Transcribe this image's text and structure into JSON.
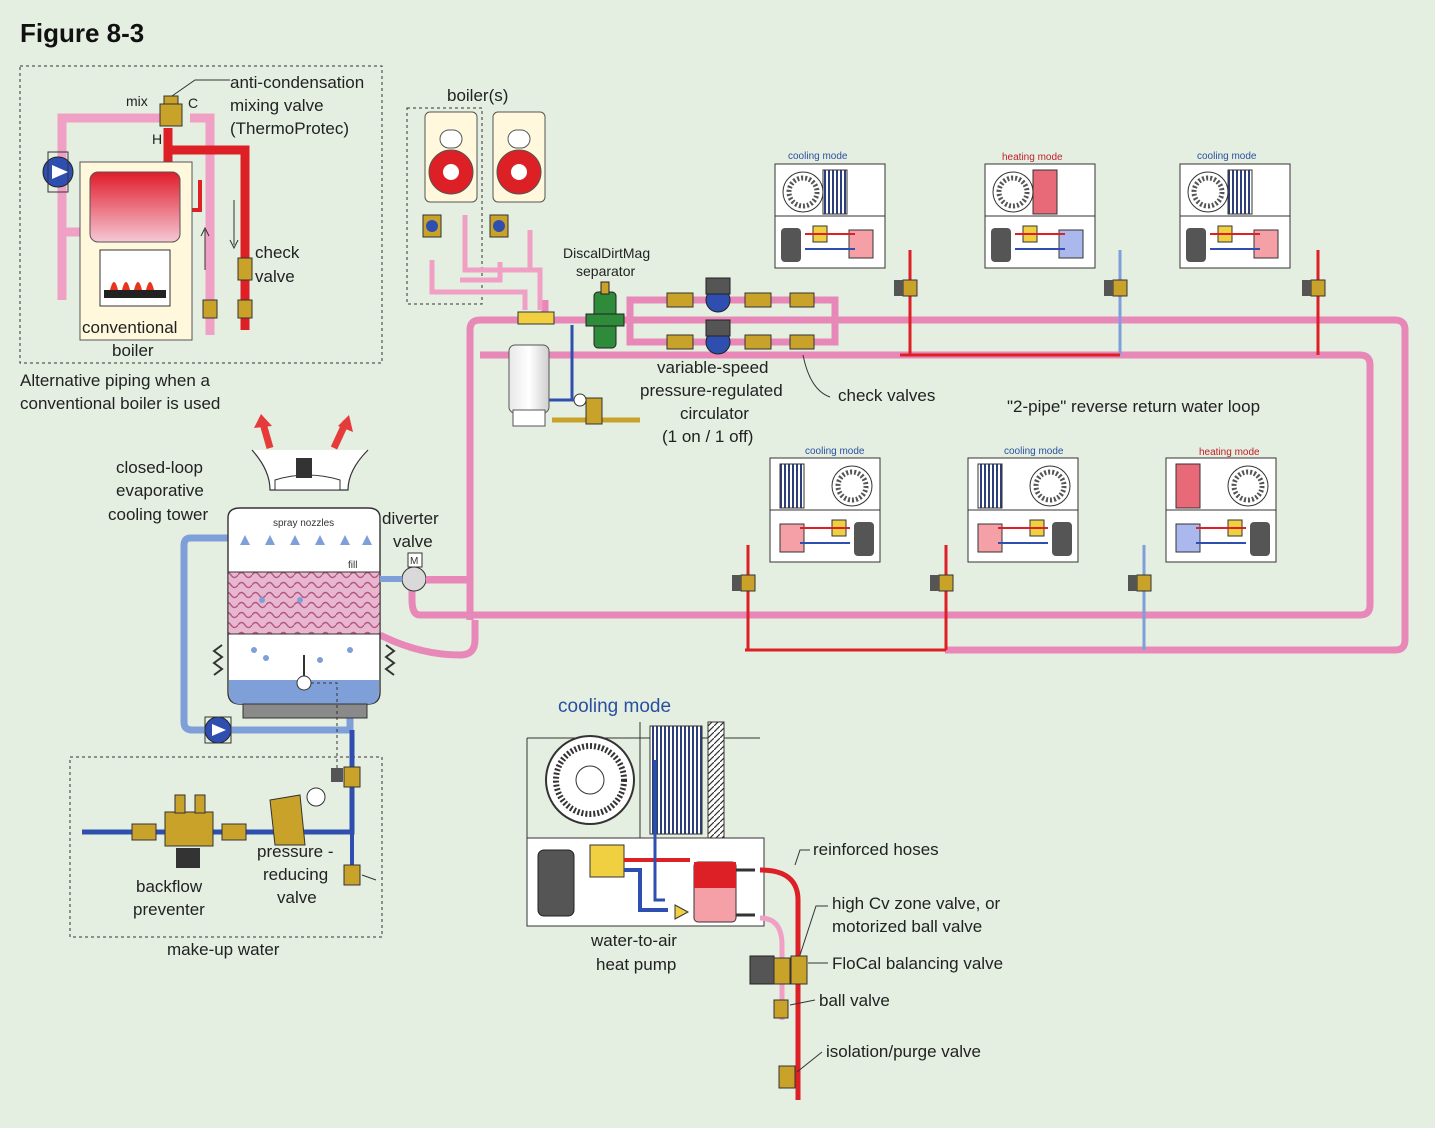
{
  "figure_title": "Figure 8-3",
  "boiler_inset": {
    "valve_label": [
      "anti-condensation",
      "mixing valve",
      "(ThermoProtec)"
    ],
    "port_mix": "mix",
    "port_c": "C",
    "port_h": "H",
    "check_valve": [
      "check",
      "valve"
    ],
    "boiler": [
      "conventional",
      "boiler"
    ],
    "caption": [
      "Alternative piping when a",
      "conventional boiler is used"
    ]
  },
  "boilers": "boiler(s)",
  "separator": [
    "DiscalDirtMag",
    "separator"
  ],
  "circulator": [
    "variable-speed",
    "pressure-regulated",
    "circulator",
    "(1 on / 1 off)"
  ],
  "check_valves": "check valves",
  "loop": "\"2-pipe\" reverse return water loop",
  "tower": {
    "label": [
      "closed-loop",
      "evaporative",
      "cooling tower"
    ],
    "spray": "spray nozzles",
    "fill": "fill",
    "diverter": [
      "diverter",
      "valve"
    ],
    "motor": "M"
  },
  "heat_pumps": {
    "top_modes": [
      "cooling mode",
      "heating mode",
      "cooling mode"
    ],
    "bottom_modes": [
      "cooling mode",
      "cooling mode",
      "heating mode"
    ]
  },
  "makeup": {
    "backflow": [
      "backflow",
      "preventer"
    ],
    "prv": [
      "pressure -",
      "reducing",
      "valve"
    ],
    "caption": "make-up water"
  },
  "detail": {
    "mode": "cooling mode",
    "unit": [
      "water-to-air",
      "heat pump"
    ],
    "hoses": "reinforced hoses",
    "zone_valve": [
      "high Cv zone valve, or",
      "motorized ball valve"
    ],
    "flocal": "FloCal balancing valve",
    "ball": "ball valve",
    "purge": "isolation/purge valve"
  },
  "colors": {
    "background": "#e4efe1",
    "supply_pink": "#e888b8",
    "hot_red": "#dd1f26",
    "cold_blue": "#2f4fb0",
    "tower_blue": "#7f9fd9",
    "brass": "#c9a22a"
  }
}
